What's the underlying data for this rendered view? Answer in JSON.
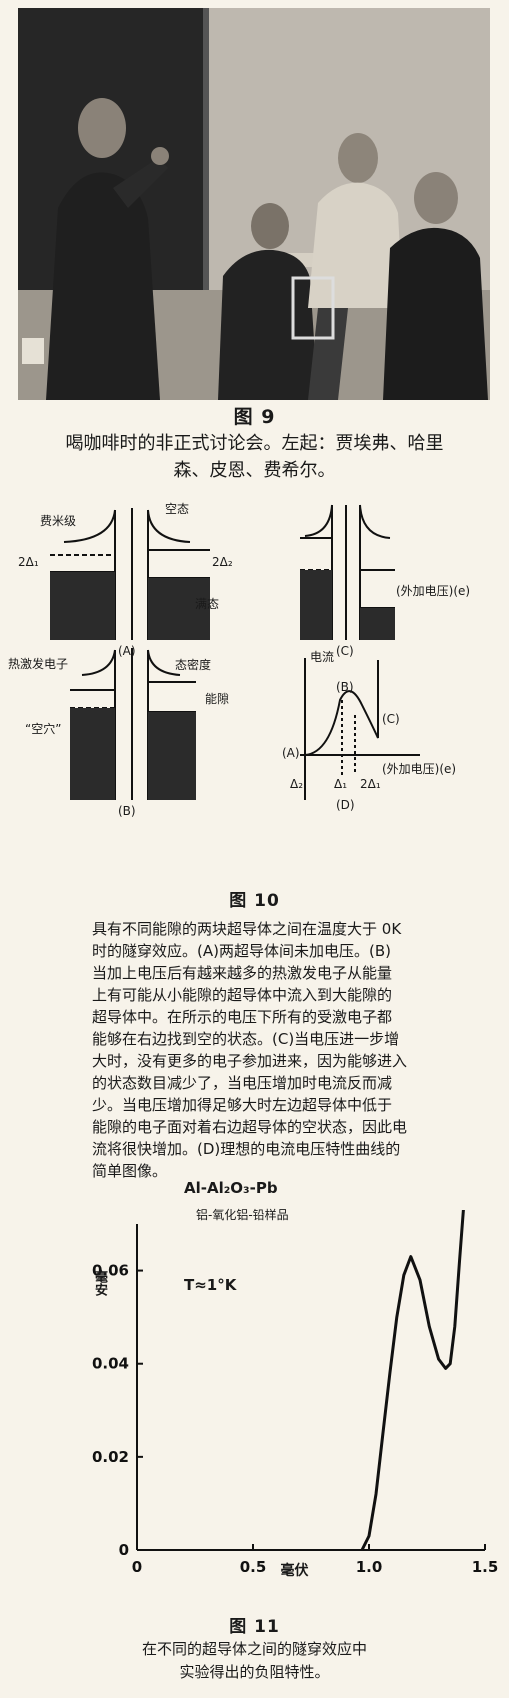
{
  "fig9": {
    "title": "图 9",
    "caption_line1": "喝咖啡时的非正式讨论会。左起：贾埃弗、哈里",
    "caption_line2": "森、皮恩、费希尔。"
  },
  "fig10": {
    "title": "图 10",
    "labels": {
      "fermi": "费米级",
      "empty": "空态",
      "d1": "2Δ₁",
      "d2": "2Δ₂",
      "full": "满态",
      "A": "(A)",
      "C": "(C)",
      "B": "(B)",
      "thermal": "热激发电子",
      "dos": "态密度",
      "hole": "“空穴”",
      "gap": "能隙",
      "extvolt_c": "(外加电压)(e)",
      "current": "电流",
      "plotA": "(A)",
      "plotB": "(B)",
      "plotC": "(C)",
      "extvolt_d": "(外加电压)(e)",
      "d2tick": "Δ₂",
      "d1tick": "Δ₁",
      "d2d1": "2Δ₁",
      "D": "(D)"
    },
    "caption": [
      "具有不同能隙的两块超导体之间在温度大于 0K",
      "时的隧穿效应。(A)两超导体间未加电压。(B)",
      "当加上电压后有越来越多的热激发电子从能量",
      "上有可能从小能隙的超导体中流入到大能隙的",
      "超导体中。在所示的电压下所有的受激电子都",
      "能够在右边找到空的状态。(C)当电压进一步增",
      "大时，没有更多的电子参加进来，因为能够进入",
      "的状态数目减少了，当电压增加时电流反而减",
      "少。当电压增加得足够大时左边超导体中低于",
      "能隙的电子面对着右边超导体的空状态，因此电",
      "流将很快增加。(D)理想的电流电压特性曲线的",
      "简单图像。"
    ]
  },
  "fig11": {
    "title": "图 11",
    "caption_line1": "在不同的超导体之间的隧穿效应中",
    "caption_line2": "实验得出的负阻特性。",
    "sample": "Al-Al₂O₃-Pb",
    "sample_cn": "铝-氧化铝-铅样品",
    "temp": "T≈1°K"
  },
  "chart_data": {
    "type": "line",
    "xlabel": "毫伏",
    "ylabel": "毫安",
    "xlim": [
      0,
      1.5
    ],
    "ylim": [
      0,
      0.07
    ],
    "xticks": [
      "0",
      "0.5",
      "1.0",
      "1.5"
    ],
    "yticks": [
      "0",
      "0.02",
      "0.04",
      "0.06"
    ],
    "series": [
      {
        "x": [
          0.97,
          1.0,
          1.03,
          1.06,
          1.09,
          1.12,
          1.15,
          1.18,
          1.22,
          1.26,
          1.3,
          1.33,
          1.35,
          1.37,
          1.39,
          1.41
        ],
        "y": [
          0.0,
          0.003,
          0.012,
          0.025,
          0.038,
          0.05,
          0.059,
          0.063,
          0.058,
          0.048,
          0.041,
          0.039,
          0.04,
          0.048,
          0.062,
          0.075
        ]
      }
    ]
  }
}
